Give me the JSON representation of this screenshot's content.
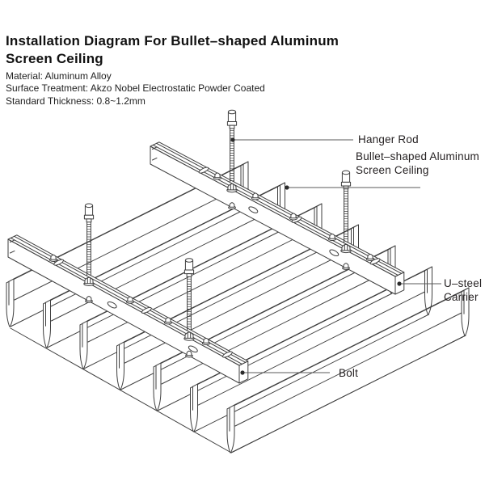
{
  "header": {
    "title_line1": "Installation Diagram For Bullet–shaped Aluminum",
    "title_line2": "Screen Ceiling",
    "specs": [
      "Material: Aluminum Alloy",
      "Surface Treatment: Akzo Nobel Electrostatic Powder Coated",
      "Standard Thickness: 0.8~1.2mm"
    ]
  },
  "callouts": {
    "hanger_rod": "Hanger Rod",
    "panel_line1": "Bullet–shaped Aluminum",
    "panel_line2": "Screen Ceiling",
    "carrier_line1": "U–steel",
    "carrier_line2": "Carrier",
    "bolt": "Bolt"
  },
  "diagram_parts": [
    "Hanger Rod",
    "Bullet–shaped Aluminum Screen Ceiling",
    "U–steel Carrier",
    "Bolt"
  ],
  "colors": {
    "line": "#3f3f3f",
    "leader": "#5a5a5a",
    "dot": "#2b2b2b",
    "text": "#231f20",
    "background": "#ffffff"
  }
}
